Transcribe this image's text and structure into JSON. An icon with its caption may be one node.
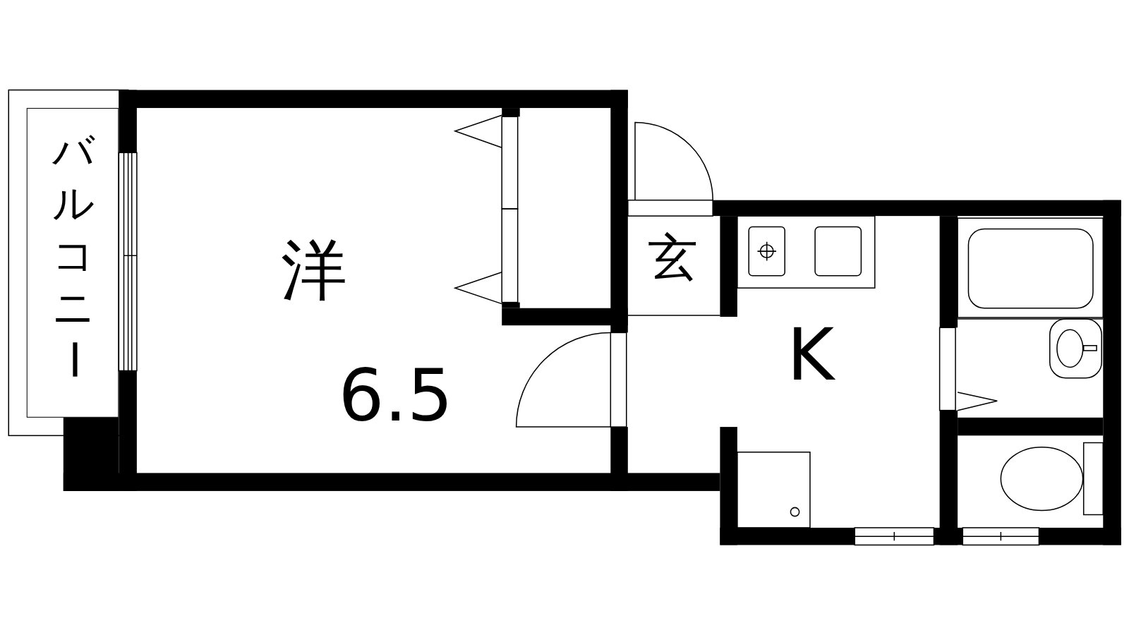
{
  "diagram": {
    "nodes": [
      {
        "text": [
          "バルコニー"
        ]
      },
      {
        "text": [
          "洋",
          "6.5"
        ]
      },
      {
        "text": [
          "玄"
        ]
      },
      {
        "text": [
          "K"
        ]
      }
    ]
  }
}
